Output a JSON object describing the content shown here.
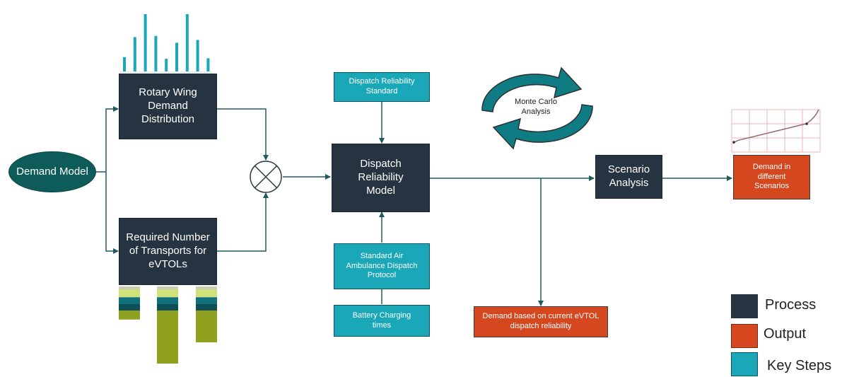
{
  "nodes": {
    "demand_model": "Demand Model",
    "rotary_wing": "Rotary Wing Demand Distribution",
    "required_transports": "Required Number of Transports for eVTOLs",
    "dispatch_standard": "Dispatch Reliability Standard",
    "dispatch_model": "Dispatch Reliability Model",
    "standard_protocol": "Standard Air Ambulance Dispatch Protocol",
    "battery_charging": "Battery Charging times",
    "monte_carlo": "Monte Carlo Analysis",
    "demand_current": "Demand based on current eVTOL dispatch reliability",
    "scenario_analysis": "Scenario Analysis",
    "demand_scenarios": "Demand in different Scenarios"
  },
  "legend": {
    "process": "Process",
    "output": "Output",
    "key_steps": "Key Steps"
  },
  "colors": {
    "process": "#263340",
    "output": "#d4471f",
    "key_steps": "#1aa7b8",
    "ellipse": "#0e5c5a",
    "arrow": "#1f5a5e",
    "histogram": "#1aa7b8",
    "stack_light": "#cfe27a",
    "stack_teal": "#12707a",
    "stack_dark": "#0e4f55",
    "stack_olive": "#8fa11f",
    "curve": "#9b6b72",
    "grid": "#e9b5b5"
  },
  "histogram_values": [
    0.25,
    0.6,
    1.0,
    0.62,
    0.22,
    0.5,
    1.0,
    0.55,
    0.23
  ],
  "stacked_columns": [
    {
      "segments": [
        0.15,
        0.13,
        0.12,
        0.17
      ]
    },
    {
      "segments": [
        0.15,
        0.13,
        0.12,
        1.0
      ]
    },
    {
      "segments": [
        0.15,
        0.13,
        0.12,
        0.6
      ]
    }
  ]
}
